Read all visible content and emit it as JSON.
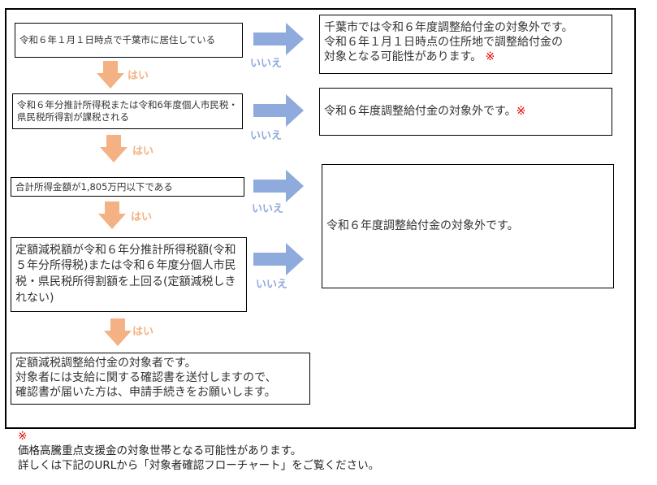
{
  "conditions": [
    "令和６年１月１日時点で千葉市に居住している",
    "令和６年分推計所得税または令和6年度個人市民税・県民税所得割が課税される",
    "合計所得金額が1,805万円以下である",
    "定額減税額が令和６年分推計所得税額(令和５年分所得税)または令和６年度分個人市民税・県民税所得割額を上回る(定額減税しきれない)"
  ],
  "result_yes": [
    "定額減税調整給付金の対象者です。",
    "対象者には支給に関する確認書を送付しますので、",
    "確認書が届いた方は、申請手続きをお願いします。"
  ],
  "results_no": [
    {
      "lines": [
        "千葉市では令和６年度調整給付金の対象外です。",
        "令和６年１月１日時点の住所地で調整給付金の",
        "対象となる可能性があります。"
      ],
      "mark": "※"
    },
    {
      "lines": [
        "令和６年度調整給付金の対象外です。"
      ],
      "mark": "※"
    },
    {
      "lines": [
        "令和６年度調整給付金の対象外です。"
      ],
      "mark": ""
    }
  ],
  "labels": {
    "yes": "はい",
    "no": "いいえ"
  },
  "note": {
    "mark": "※",
    "lines": [
      "価格高騰重点支援金の対象世帯となる可能性があります。",
      "詳しくは下記のURLから「対象者確認フローチャート」をご覧ください。"
    ]
  },
  "colors": {
    "yes_arrow": "#f4b183",
    "no_arrow": "#8faadc",
    "mark": "#e00000"
  }
}
